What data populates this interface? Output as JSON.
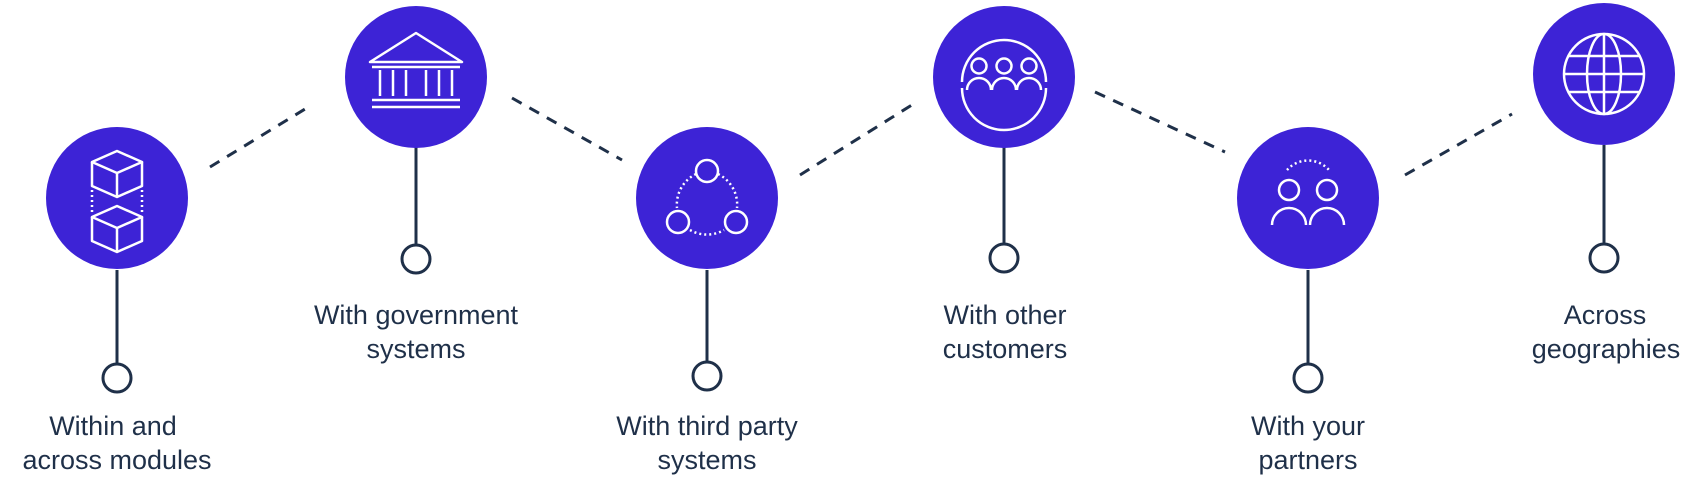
{
  "colors": {
    "circle": "#3d23d6",
    "line": "#1f3049",
    "icon": "#ffffff"
  },
  "nodes": [
    {
      "id": "modules",
      "icon": "cubes-icon",
      "label_line1": "Within and",
      "label_line2": "across modules"
    },
    {
      "id": "government",
      "icon": "government-building-icon",
      "label_line1": "With government",
      "label_line2": "systems"
    },
    {
      "id": "third-party",
      "icon": "network-nodes-icon",
      "label_line1": "With third party",
      "label_line2": "systems"
    },
    {
      "id": "customers",
      "icon": "community-people-icon",
      "label_line1": "With other",
      "label_line2": "customers"
    },
    {
      "id": "partners",
      "icon": "partners-icon",
      "label_line1": "With your",
      "label_line2": "partners"
    },
    {
      "id": "geographies",
      "icon": "globe-icon",
      "label_line1": "Across",
      "label_line2": "geographies"
    }
  ]
}
